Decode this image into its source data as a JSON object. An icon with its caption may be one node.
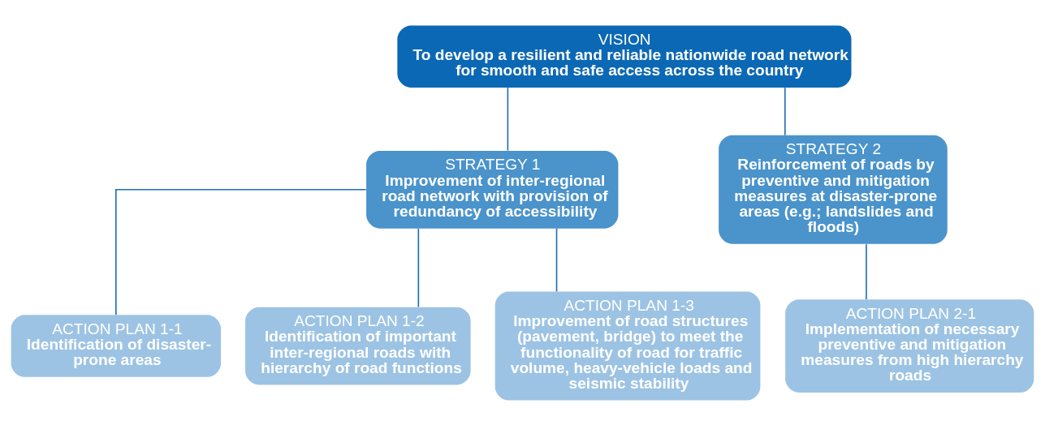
{
  "diagram": {
    "nodes": [
      {
        "text": [
          "VISION",
          "To develop a resilient and reliable nationwide road network for smooth and safe access across the country"
        ]
      },
      {
        "text": [
          "STRATEGY 1",
          "Improvement of inter-regional road network with provision of redundancy of accessibility"
        ]
      },
      {
        "text": [
          "STRATEGY 2",
          "Reinforcement of roads by preventive and mitigation measures at disaster-prone areas (e.g.; landslides and floods)"
        ]
      },
      {
        "text": [
          "ACTION PLAN 1-1",
          "Identification of disaster-prone areas"
        ]
      },
      {
        "text": [
          "ACTION PLAN 1-2",
          "Identification of important inter-regional roads with hierarchy of road functions"
        ]
      },
      {
        "text": [
          "ACTION PLAN 1-3",
          "Improvement of road structures (pavement, bridge) to meet the functionality of road for traffic volume, heavy-vehicle loads and seismic stability"
        ]
      },
      {
        "text": [
          "ACTION PLAN 2-1",
          "Implementation of necessary preventive and mitigation measures from high hierarchy roads"
        ]
      }
    ],
    "edges": [
      {
        "from": 0,
        "to": 1,
        "arrow": "none"
      },
      {
        "from": 0,
        "to": 2,
        "arrow": "none"
      },
      {
        "from": 1,
        "to": 3,
        "arrow": "none"
      },
      {
        "from": 1,
        "to": 4,
        "arrow": "none"
      },
      {
        "from": 1,
        "to": 5,
        "arrow": "none"
      },
      {
        "from": 2,
        "to": 6,
        "arrow": "none"
      }
    ]
  }
}
